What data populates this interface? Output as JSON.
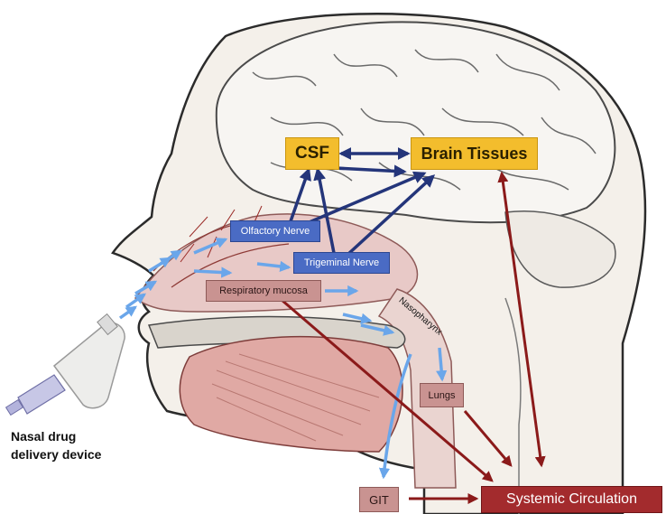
{
  "labels": {
    "csf": "CSF",
    "brain_tissues": "Brain Tissues",
    "olfactory_nerve": "Olfactory Nerve",
    "trigeminal_nerve": "Trigeminal  Nerve",
    "respiratory_mucosa": "Respiratory mucosa",
    "nasopharynx": "Nasopharynx",
    "lungs": "Lungs",
    "git": "GIT",
    "systemic_circulation": "Systemic Circulation",
    "device_line1": "Nasal drug",
    "device_line2": "delivery device"
  },
  "colors": {
    "label_yellow": "#f3bd2d",
    "label_blue": "#4a6bc4",
    "label_pink": "#c99391",
    "label_maroon": "#a32b2d",
    "arrow_navy": "#24357a",
    "arrow_light_blue": "#6aa6ea",
    "arrow_dark_red": "#8b1a1a",
    "mucosa_pink": "#e8c9c7",
    "muscle_pink": "#e0a9a4"
  }
}
